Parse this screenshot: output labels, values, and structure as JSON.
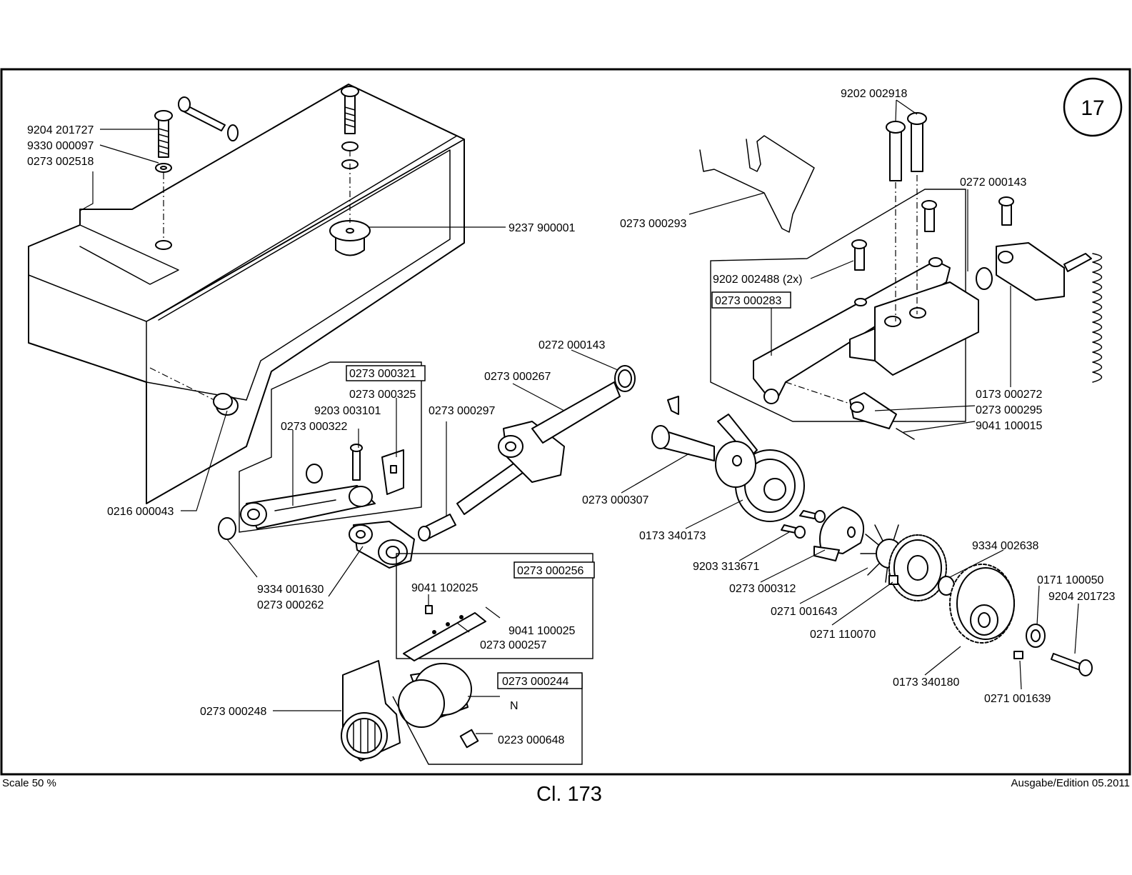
{
  "page_number": "17",
  "footer": {
    "scale": "Scale 50 %",
    "model": "Cl. 173",
    "edition": "Ausgabe/Edition 05.2011"
  },
  "labels": {
    "p9204_201727": "9204 201727",
    "p9330_000097": "9330 000097",
    "p0273_002518": "0273 002518",
    "p9237_900001": "9237 900001",
    "p0216_000043": "0216 000043",
    "p0273_000321": "0273 000321",
    "p0273_000325": "0273 000325",
    "p9203_003101": "9203 003101",
    "p0273_000322": "0273 000322",
    "p0273_000297": "0273 000297",
    "p0273_000267": "0273 000267",
    "p0272_000143_a": "0272 000143",
    "p9334_001630": "9334 001630",
    "p0273_000262": "0273 000262",
    "p0273_000256": "0273 000256",
    "p9041_102025": "9041 102025",
    "p9041_100025": "9041 100025",
    "p0273_000257": "0273 000257",
    "p0273_000244": "0273 000244",
    "pN": "N",
    "p0273_000248": "0273 000248",
    "p0223_000648": "0223 000648",
    "p9202_002918": "9202 002918",
    "p0272_000143_b": "0272 000143",
    "p0273_000293": "0273 000293",
    "p9202_002488": "9202 002488 (2x)",
    "p0273_000283": "0273 000283",
    "p0173_000272": "0173 000272",
    "p0273_000295": "0273 000295",
    "p9041_100015": "9041 100015",
    "p0273_000307": "0273 000307",
    "p0173_340173": "0173 340173",
    "p9203_313671": "9203 313671",
    "p0273_000312": "0273 000312",
    "p0271_001643": "0271 001643",
    "p0271_110070": "0271 110070",
    "p9334_002638": "9334 002638",
    "p0171_100050": "0171 100050",
    "p9204_201723": "9204 201723",
    "p0173_340180": "0173 340180",
    "p0271_001639": "0271 001639"
  }
}
